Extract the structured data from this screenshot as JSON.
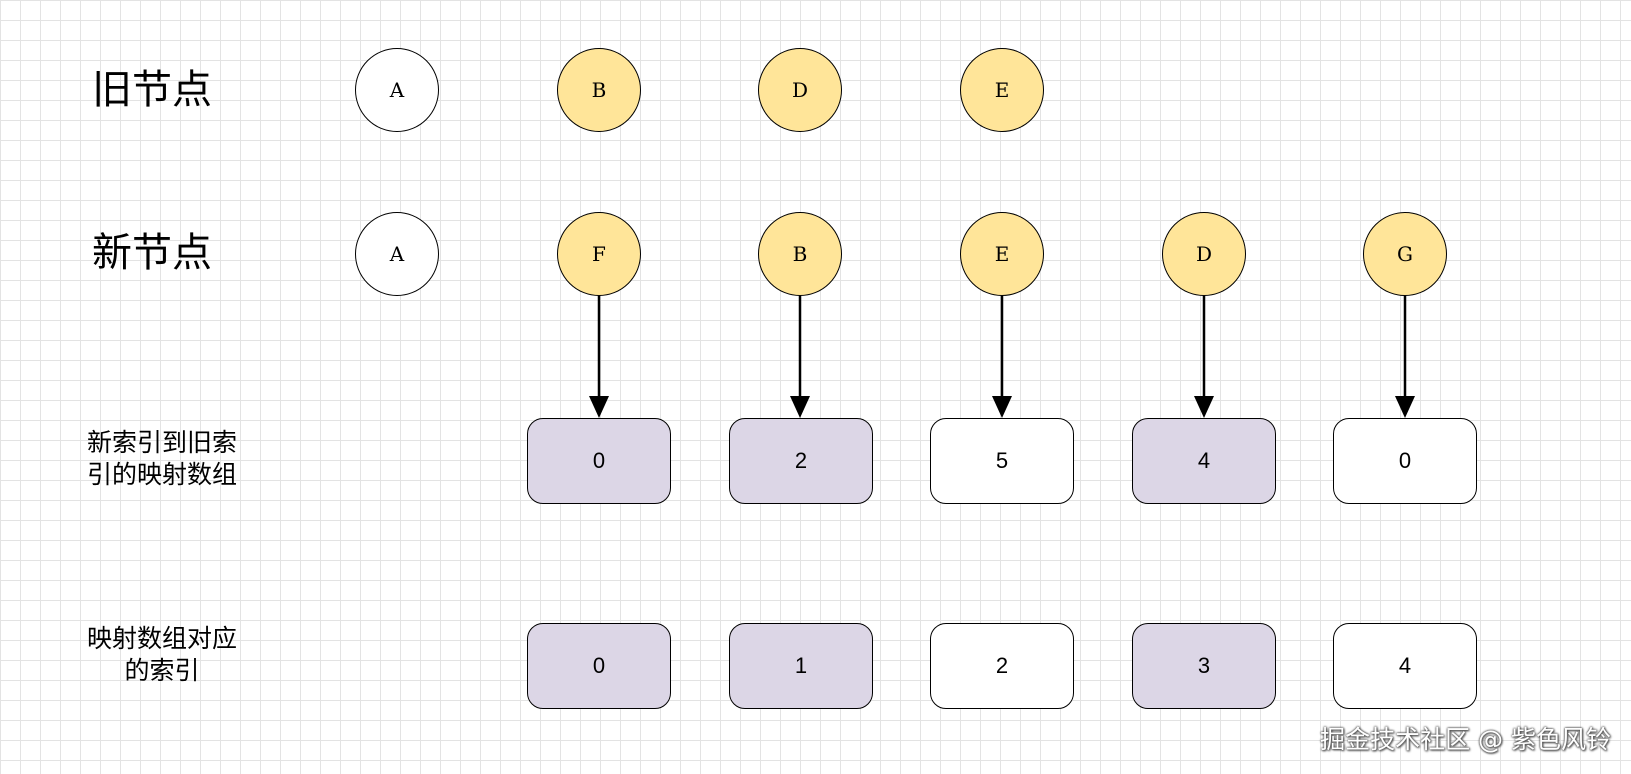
{
  "labels": {
    "old_nodes": "旧节点",
    "new_nodes": "新节点",
    "map_array_line1": "新索引到旧索",
    "map_array_line2": "引的映射数组",
    "map_index_line1": "映射数组对应",
    "map_index_line2": "的索引"
  },
  "old_nodes": [
    {
      "key": "A",
      "highlight": false
    },
    {
      "key": "B",
      "highlight": true
    },
    {
      "key": "D",
      "highlight": true
    },
    {
      "key": "E",
      "highlight": true
    }
  ],
  "new_nodes": [
    {
      "key": "A",
      "highlight": false
    },
    {
      "key": "F",
      "highlight": true
    },
    {
      "key": "B",
      "highlight": true
    },
    {
      "key": "E",
      "highlight": true
    },
    {
      "key": "D",
      "highlight": true
    },
    {
      "key": "G",
      "highlight": true
    }
  ],
  "mapping_array": [
    {
      "value": "0",
      "highlight": true
    },
    {
      "value": "2",
      "highlight": true
    },
    {
      "value": "5",
      "highlight": false
    },
    {
      "value": "4",
      "highlight": true
    },
    {
      "value": "0",
      "highlight": false
    }
  ],
  "mapping_indices": [
    {
      "value": "0",
      "highlight": true
    },
    {
      "value": "1",
      "highlight": true
    },
    {
      "value": "2",
      "highlight": false
    },
    {
      "value": "3",
      "highlight": true
    },
    {
      "value": "4",
      "highlight": false
    }
  ],
  "colors": {
    "node_highlight": "#ffe599",
    "cell_highlight": "#dcd6e6",
    "plain": "#ffffff",
    "stroke": "#000000"
  },
  "watermark": "掘金技术社区 @ 紫色风铃"
}
